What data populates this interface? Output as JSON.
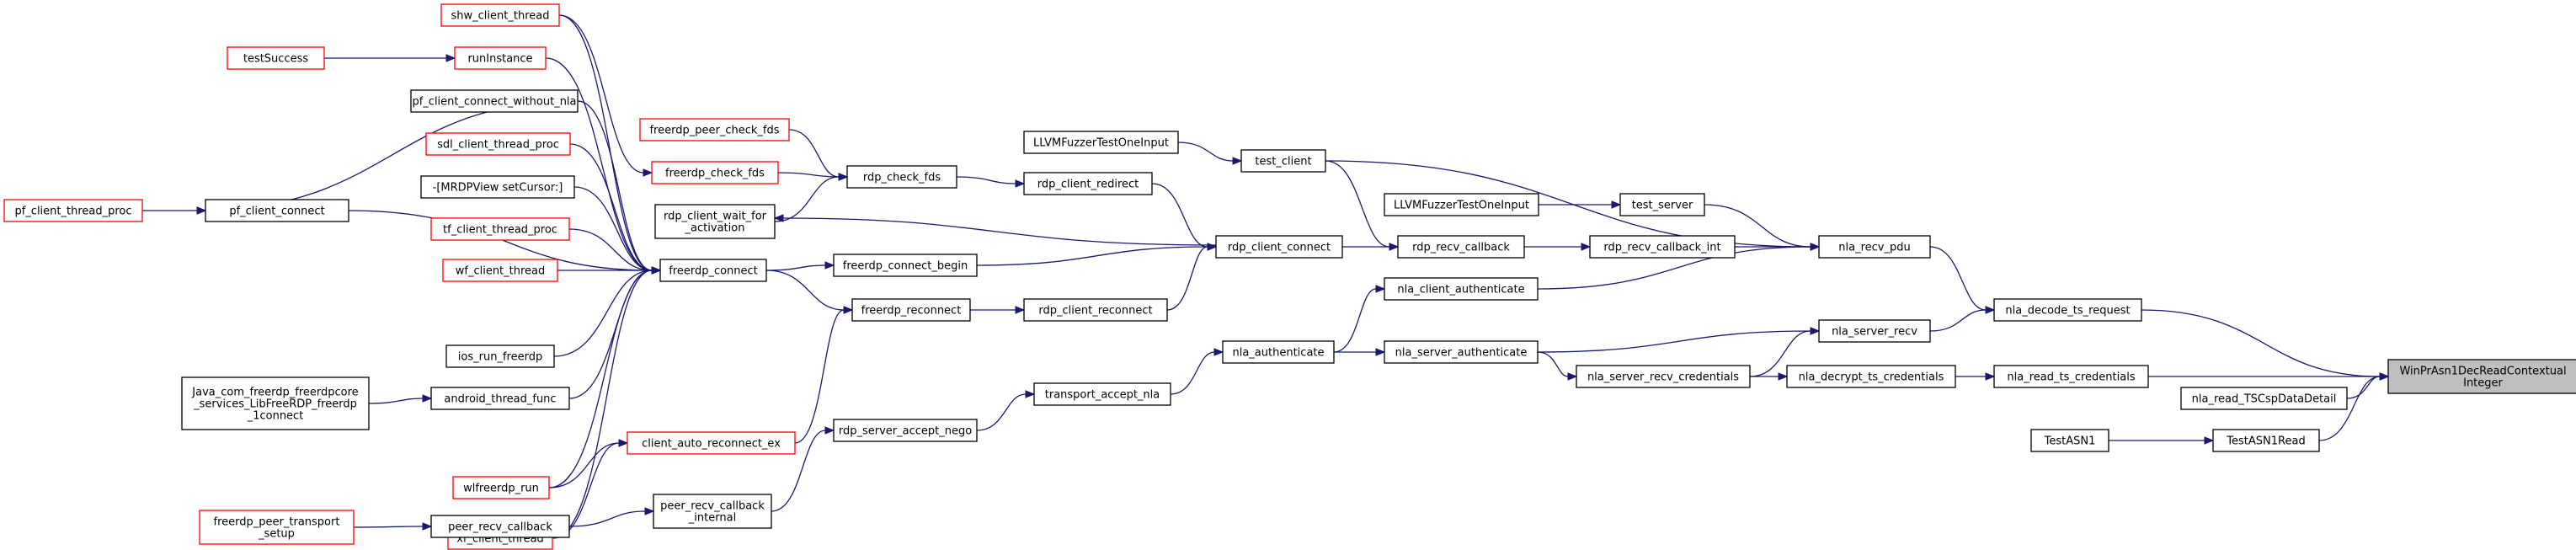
{
  "graph": {
    "title": "",
    "colors": {
      "edge": "#191970",
      "node_border_default": "#000000",
      "node_border_truncated": "#ff0000",
      "root_fill": "#bfbfbf",
      "node_fill": "#ffffff"
    },
    "nodes": [
      {
        "id": "root",
        "lines": [
          "WinPrAsn1DecReadContextual",
          "Integer"
        ],
        "style": "root"
      },
      {
        "id": "nla_decode_ts_request",
        "lines": [
          "nla_decode_ts_request"
        ],
        "style": "normal"
      },
      {
        "id": "nla_read_ts_credentials",
        "lines": [
          "nla_read_ts_credentials"
        ],
        "style": "normal"
      },
      {
        "id": "nla_read_TSCspDataDetail",
        "lines": [
          "nla_read_TSCspDataDetail"
        ],
        "style": "normal"
      },
      {
        "id": "TestASN1Read",
        "lines": [
          "TestASN1Read"
        ],
        "style": "normal"
      },
      {
        "id": "TestASN1",
        "lines": [
          "TestASN1"
        ],
        "style": "normal"
      },
      {
        "id": "nla_recv_pdu",
        "lines": [
          "nla_recv_pdu"
        ],
        "style": "normal"
      },
      {
        "id": "nla_server_recv",
        "lines": [
          "nla_server_recv"
        ],
        "style": "normal"
      },
      {
        "id": "nla_decrypt_ts_credentials",
        "lines": [
          "nla_decrypt_ts_credentials"
        ],
        "style": "normal"
      },
      {
        "id": "test_client",
        "lines": [
          "test_client"
        ],
        "style": "normal"
      },
      {
        "id": "test_server",
        "lines": [
          "test_server"
        ],
        "style": "normal"
      },
      {
        "id": "rdp_recv_callback_int",
        "lines": [
          "rdp_recv_callback_int"
        ],
        "style": "normal"
      },
      {
        "id": "LLVMFuzzerTestOneInput_client",
        "lines": [
          "LLVMFuzzerTestOneInput"
        ],
        "style": "normal"
      },
      {
        "id": "LLVMFuzzerTestOneInput_server",
        "lines": [
          "LLVMFuzzerTestOneInput"
        ],
        "style": "normal"
      },
      {
        "id": "rdp_recv_callback",
        "lines": [
          "rdp_recv_callback"
        ],
        "style": "normal"
      },
      {
        "id": "nla_client_authenticate",
        "lines": [
          "nla_client_authenticate"
        ],
        "style": "normal"
      },
      {
        "id": "nla_server_authenticate",
        "lines": [
          "nla_server_authenticate"
        ],
        "style": "normal"
      },
      {
        "id": "nla_server_recv_credentials",
        "lines": [
          "nla_server_recv_credentials"
        ],
        "style": "normal"
      },
      {
        "id": "rdp_client_connect",
        "lines": [
          "rdp_client_connect"
        ],
        "style": "normal"
      },
      {
        "id": "nla_authenticate",
        "lines": [
          "nla_authenticate"
        ],
        "style": "normal"
      },
      {
        "id": "rdp_client_redirect",
        "lines": [
          "rdp_client_redirect"
        ],
        "style": "normal"
      },
      {
        "id": "rdp_client_reconnect",
        "lines": [
          "rdp_client_reconnect"
        ],
        "style": "normal"
      },
      {
        "id": "freerdp_connect_begin",
        "lines": [
          "freerdp_connect_begin"
        ],
        "style": "normal"
      },
      {
        "id": "transport_accept_nla",
        "lines": [
          "transport_accept_nla"
        ],
        "style": "normal"
      },
      {
        "id": "rdp_check_fds",
        "lines": [
          "rdp_check_fds"
        ],
        "style": "normal"
      },
      {
        "id": "freerdp_reconnect",
        "lines": [
          "freerdp_reconnect"
        ],
        "style": "normal"
      },
      {
        "id": "freerdp_connect",
        "lines": [
          "freerdp_connect"
        ],
        "style": "normal"
      },
      {
        "id": "rdp_server_accept_nego",
        "lines": [
          "rdp_server_accept_nego"
        ],
        "style": "normal"
      },
      {
        "id": "freerdp_peer_check_fds",
        "lines": [
          "freerdp_peer_check_fds"
        ],
        "style": "truncated"
      },
      {
        "id": "freerdp_check_fds",
        "lines": [
          "freerdp_check_fds"
        ],
        "style": "truncated"
      },
      {
        "id": "rdp_client_wait_for_activation",
        "lines": [
          "rdp_client_wait_for",
          "_activation"
        ],
        "style": "normal"
      },
      {
        "id": "client_auto_reconnect_ex",
        "lines": [
          "client_auto_reconnect_ex"
        ],
        "style": "truncated"
      },
      {
        "id": "peer_recv_callback_internal",
        "lines": [
          "peer_recv_callback",
          "_internal"
        ],
        "style": "normal"
      },
      {
        "id": "shw_client_thread",
        "lines": [
          "shw_client_thread"
        ],
        "style": "truncated"
      },
      {
        "id": "runInstance",
        "lines": [
          "runInstance"
        ],
        "style": "truncated"
      },
      {
        "id": "pf_client_connect_without_nla",
        "lines": [
          "pf_client_connect_without_nla"
        ],
        "style": "normal"
      },
      {
        "id": "sdl_client_thread_proc",
        "lines": [
          "sdl_client_thread_proc"
        ],
        "style": "truncated"
      },
      {
        "id": "MRDPView_setCursor",
        "lines": [
          "-[MRDPView setCursor:]"
        ],
        "style": "normal"
      },
      {
        "id": "tf_client_thread_proc",
        "lines": [
          "tf_client_thread_proc"
        ],
        "style": "truncated"
      },
      {
        "id": "wf_client_thread",
        "lines": [
          "wf_client_thread"
        ],
        "style": "truncated"
      },
      {
        "id": "ios_run_freerdp",
        "lines": [
          "ios_run_freerdp"
        ],
        "style": "normal"
      },
      {
        "id": "android_thread_func",
        "lines": [
          "android_thread_func"
        ],
        "style": "normal"
      },
      {
        "id": "wlfreerdp_run",
        "lines": [
          "wlfreerdp_run"
        ],
        "style": "truncated"
      },
      {
        "id": "xf_client_thread",
        "lines": [
          "xf_client_thread"
        ],
        "style": "truncated"
      },
      {
        "id": "peer_recv_callback",
        "lines": [
          "peer_recv_callback"
        ],
        "style": "normal"
      },
      {
        "id": "testSuccess",
        "lines": [
          "testSuccess"
        ],
        "style": "truncated"
      },
      {
        "id": "pf_client_connect",
        "lines": [
          "pf_client_connect"
        ],
        "style": "normal"
      },
      {
        "id": "Java_connect",
        "lines": [
          "Java_com_freerdp_freerdpcore",
          "_services_LibFreeRDP_freerdp",
          "_1connect"
        ],
        "style": "normal"
      },
      {
        "id": "pf_client_thread_proc",
        "lines": [
          "pf_client_thread_proc"
        ],
        "style": "truncated"
      },
      {
        "id": "freerdp_peer_transport_setup",
        "lines": [
          "freerdp_peer_transport",
          "_setup"
        ],
        "style": "truncated"
      }
    ]
  }
}
